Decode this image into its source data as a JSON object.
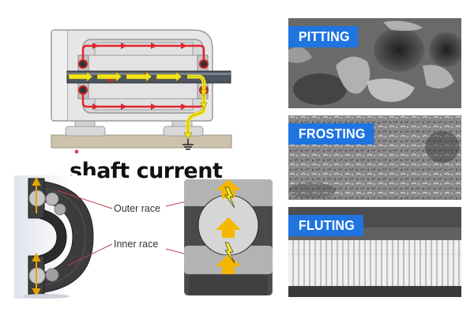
{
  "title": "shaft current",
  "motor_diagram": {
    "description": "Electric motor cross-section showing circulating (red) and shaft-to-ground (yellow) current paths",
    "colors": {
      "circulating_current": "#e0252b",
      "shaft_current": "#f2e51b",
      "housing": "#e8e8e8",
      "base": "#cdc3ad",
      "shaft": "#4a515c"
    },
    "icons": [
      "ground-symbol-icon"
    ]
  },
  "bearing": {
    "labels": {
      "outer_race": "Outer race",
      "inner_race": "Inner race"
    },
    "colors": {
      "current_arrow": "#f5b800",
      "spark": "#f3ee2a"
    }
  },
  "damage_types": [
    {
      "label": "PITTING"
    },
    {
      "label": "FROSTING"
    },
    {
      "label": "FLUTING"
    }
  ],
  "colors": {
    "tag_blue": "#1f74e0"
  }
}
